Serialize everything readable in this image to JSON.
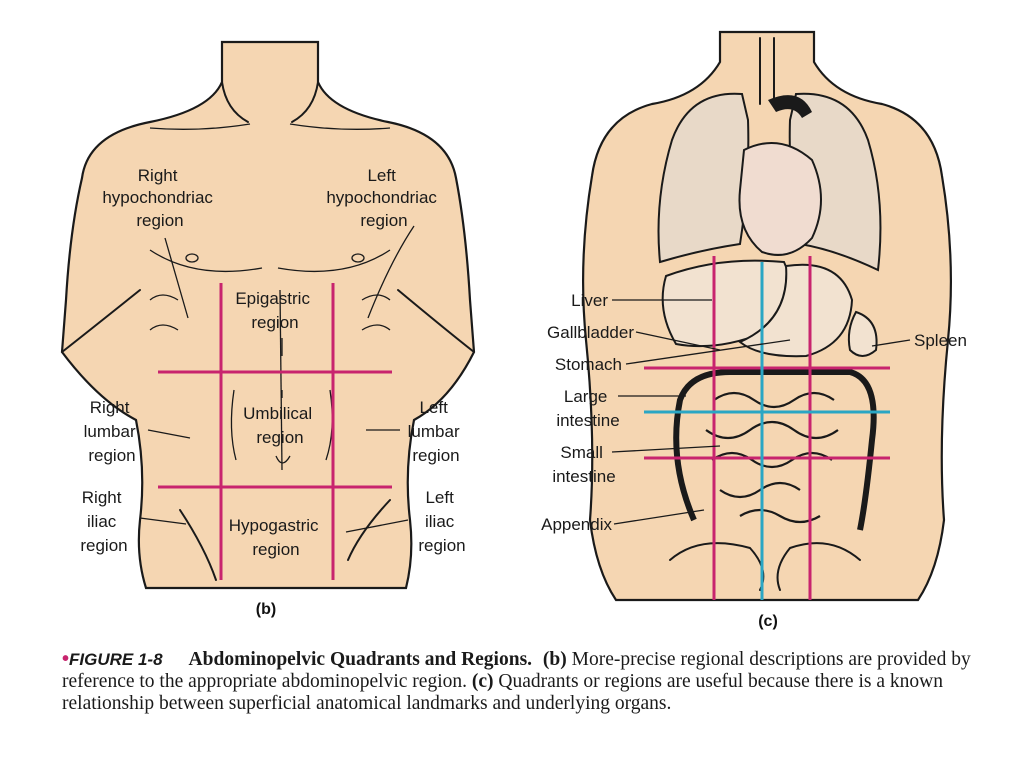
{
  "panel_b": {
    "letter": "(b)",
    "regions": {
      "right_hypochondriac": [
        "Right",
        "hypochondriac",
        "region"
      ],
      "left_hypochondriac": [
        "Left",
        "hypochondriac",
        "region"
      ],
      "epigastric": [
        "Epigastric",
        "region"
      ],
      "right_lumbar": [
        "Right",
        "lumbar",
        "region"
      ],
      "umbilical": [
        "Umbilical",
        "region"
      ],
      "left_lumbar": [
        "Left",
        "lumbar",
        "region"
      ],
      "right_iliac": [
        "Right",
        "iliac",
        "region"
      ],
      "hypogastric": [
        "Hypogastric",
        "region"
      ],
      "left_iliac": [
        "Left",
        "iliac",
        "region"
      ]
    }
  },
  "panel_c": {
    "letter": "(c)",
    "organs": {
      "liver": "Liver",
      "gallbladder": "Gallbladder",
      "stomach": "Stomach",
      "large_intestine": [
        "Large",
        "intestine"
      ],
      "small_intestine": [
        "Small",
        "intestine"
      ],
      "appendix": "Appendix",
      "spleen": "Spleen"
    }
  },
  "caption": {
    "bullet": "•",
    "figure_number": "FIGURE 1-8",
    "title": "Abdominopelvic Quadrants and Regions.",
    "b_marker": "(b)",
    "b_text": "More-precise regional descriptions are provided by reference to the appropriate abdominopelvic region.",
    "c_marker": "(c)",
    "c_text": "Quadrants or regions are useful because there is a known relationship between superficial anatomical landmarks and underlying organs."
  },
  "colors": {
    "skin": "#f5d6b2",
    "region_lines": "#c8246e",
    "quadrant_lines": "#2aa6c4",
    "outline": "#1a1a1a"
  }
}
